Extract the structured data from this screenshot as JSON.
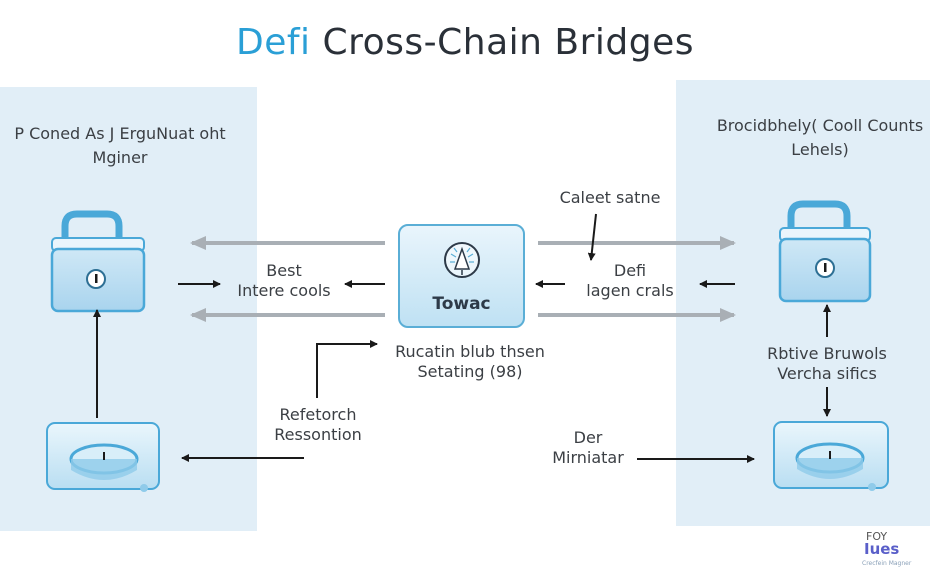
{
  "title": {
    "accent": "Defi",
    "rest": "Cross-Chain Bridges"
  },
  "colors": {
    "accent": "#2a9fd6",
    "panel": "#e1eef7",
    "icon": "#4aa8d8",
    "arrow_dark": "#1a1a1a",
    "arrow_gray": "#a9afb5"
  },
  "left_panel": {
    "heading": [
      "P Coned As J ErguNuat oht",
      "Mginer"
    ],
    "lock_icon": "padlock-icon",
    "vault_icon": "ring-vault-icon"
  },
  "right_panel": {
    "heading": [
      "Brocidbhely( Cooll Counts",
      "Lehels)"
    ],
    "lock_icon": "padlock-icon",
    "vault_icon": "ring-vault-icon",
    "side_label": [
      "Rbtive Bruwols",
      "Vercha sifics"
    ]
  },
  "hub": {
    "label": "Towac",
    "icon": "beacon-icon"
  },
  "labels": {
    "left_middle": [
      "Best",
      "Intere cools"
    ],
    "right_top": "Caleet satne",
    "right_middle": [
      "Defi",
      "lagen crals"
    ],
    "hub_caption": [
      "Rucatin blub thsen",
      "Setating (98)"
    ],
    "research": [
      "Refetorch",
      "Ressontion"
    ],
    "bottom_right": [
      "Der",
      "Mirniatar"
    ]
  },
  "logo": {
    "line1": "FOY",
    "line2": "Iues",
    "line3": "Crecfein Magner"
  }
}
